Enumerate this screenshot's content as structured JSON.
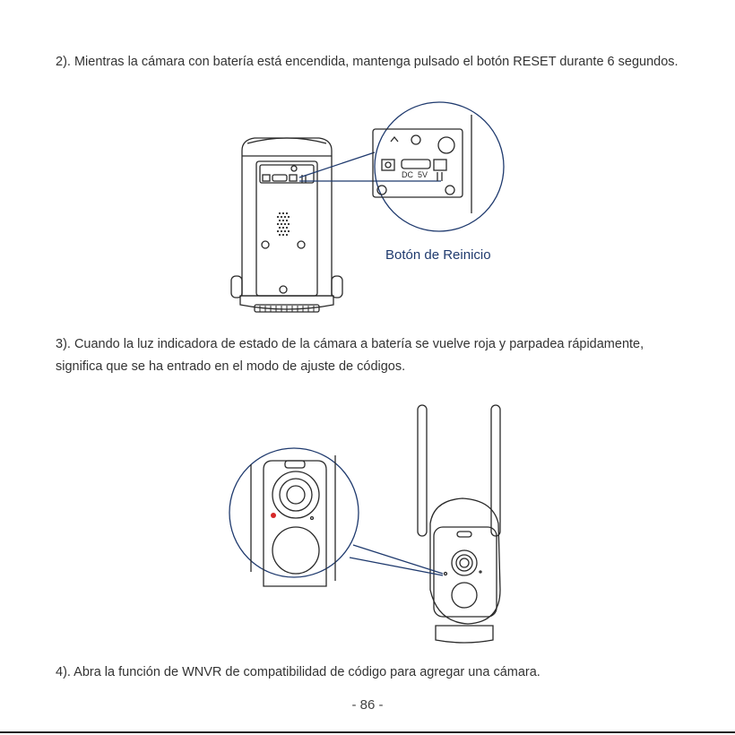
{
  "step2": {
    "text": "2). Mientras la cámara con batería está encendida, mantenga pulsado el botón RESET durante 6 segundos."
  },
  "figure1": {
    "callout_label": "Botón de Reinicio",
    "port_labels": {
      "dc": "DC",
      "voltage": "5V"
    }
  },
  "step3": {
    "text": "3). Cuando la luz indicadora de estado de la cámara a batería se vuelve roja y parpadea rápidamente, significa que se ha entrado en el modo de ajuste de códigos."
  },
  "figure2": {
    "indicator_color": "#d62828"
  },
  "step4": {
    "text": "4). Abra la función de WNVR de compatibilidad de código para agregar una cámara."
  },
  "footer": {
    "page_number": "- 86 -"
  },
  "colors": {
    "callout": "#1f3a6e",
    "line_art": "#2a2a2a"
  }
}
